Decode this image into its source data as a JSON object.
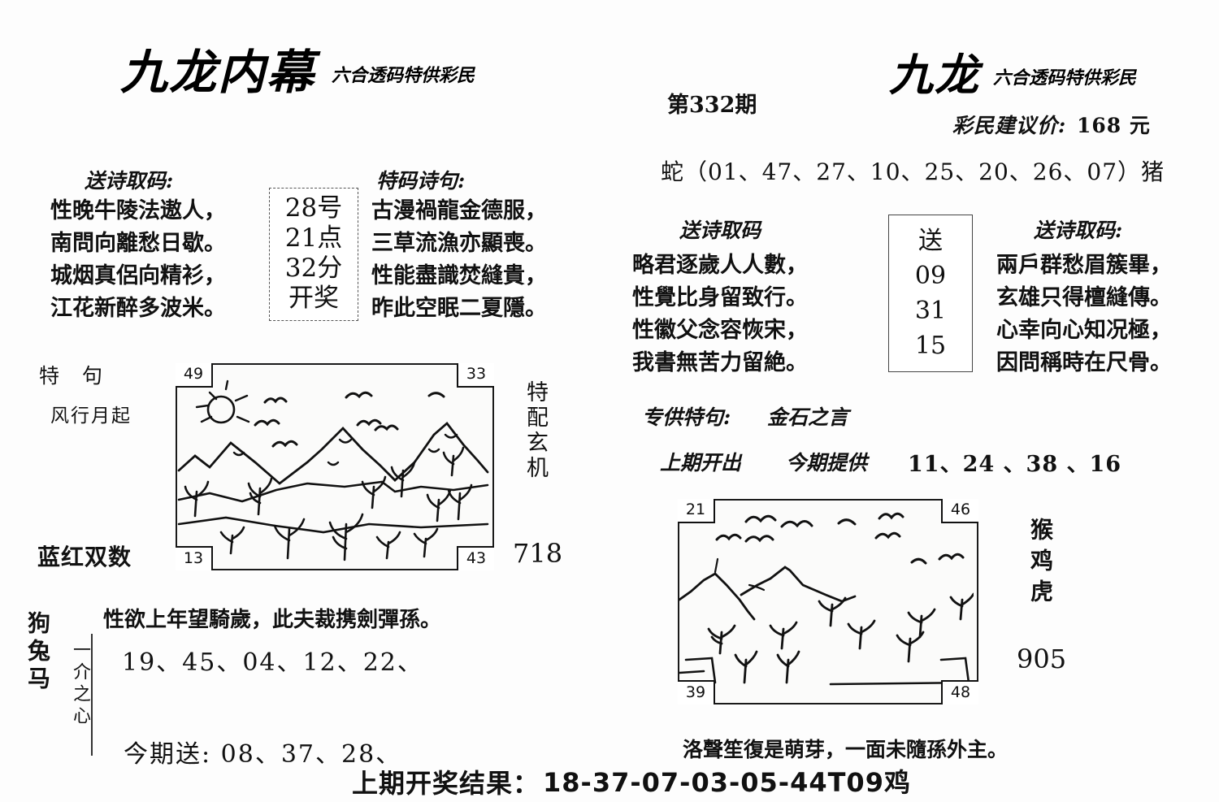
{
  "left_panel": {
    "brand_title": "九龙内幕",
    "brand_subtitle": "六合透码特供彩民",
    "poem_left": {
      "title": "送诗取码:",
      "lines": [
        "性晚牛陵法遨人，",
        "南問向離愁日歇。",
        "城烟真侶向精衫，",
        "江花新醉多波米。"
      ]
    },
    "code_box": {
      "lines": [
        "28号",
        "21点",
        "32分",
        "开奖"
      ]
    },
    "poem_right": {
      "title": "特码诗句:",
      "lines": [
        "古漫禍龍金德服，",
        "三草流漁亦顯喪。",
        "性能盡識焚縫貴，",
        "昨此空眠二夏隱。"
      ]
    },
    "side_label_top": "特 句",
    "side_label_phrase": "风行月起",
    "side_label_bottom": "蓝红双数",
    "sketch": {
      "corner_tl": "49",
      "corner_tr": "33",
      "corner_bl": "13",
      "corner_br": "43"
    },
    "vertical_label": "特配玄机",
    "image_number": "718",
    "zodiac_column": "狗兔马",
    "idiom_column": "一介之心",
    "bottom_poem": "性欲上年望騎歲，此夫裁携劍彈孫。",
    "numbers_line": "19、45、04、12、22、",
    "send_label": "今期送: 08、37、28、"
  },
  "right_panel": {
    "issue": "第332期",
    "brand_title": "九龙",
    "brand_subtitle": "六合透码特供彩民",
    "price_label": "彩民建议价:",
    "price_value": "168 元",
    "zodiac_line": "蛇（01、47、27、10、25、20、26、07）猪",
    "poem_left": {
      "title": "送诗取码",
      "lines": [
        "略君逐歲人人數，",
        "性覺比身留致行。",
        "性徽父念容恢宋，",
        "我書無苦力留絶。"
      ]
    },
    "code_box": {
      "lines": [
        "送",
        "09",
        "31",
        "15"
      ]
    },
    "poem_right": {
      "title": "送诗取码:",
      "lines": [
        "兩戶群愁眉簇畢，",
        "玄雄只得檀縫傳。",
        "心幸向心知况極，",
        "因問稱時在尺骨。"
      ]
    },
    "special_label": "专供特句:",
    "special_value": "金石之言",
    "last_issue_label": "上期开出",
    "this_issue_label": "今期提供",
    "this_issue_numbers": "11、24 、38 、16",
    "sketch": {
      "corner_tl": "21",
      "corner_tr": "46",
      "corner_bl": "39",
      "corner_br": "48"
    },
    "zodiac_column": "猴鸡虎",
    "image_number": "905",
    "caption": "洛聲笙復是萌芽，一面未隨孫外主。"
  },
  "footer": {
    "label": "上期开奖结果：",
    "result": "18-37-07-03-05-44T09鸡"
  },
  "colors": {
    "ink": "#111111",
    "paper": "#fdfdfd"
  }
}
